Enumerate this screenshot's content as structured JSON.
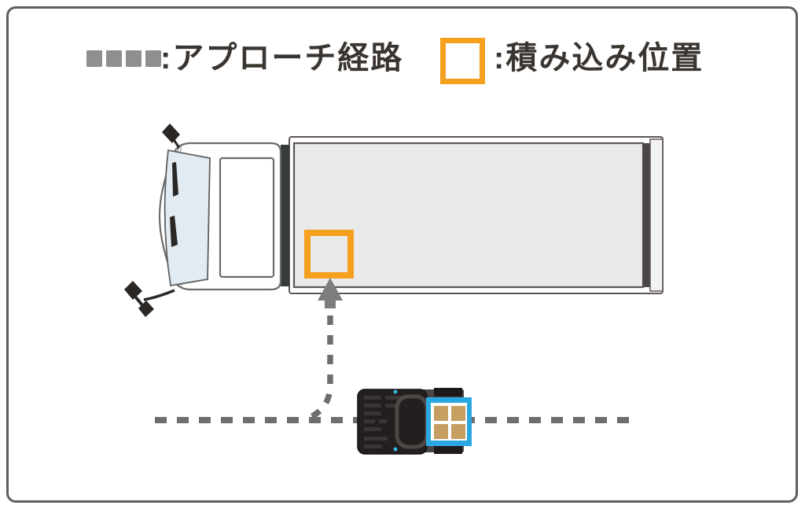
{
  "legend": {
    "approach_route": {
      "marker": "dashed-path-swatch",
      "label": ":アプローチ経路"
    },
    "loading_position": {
      "marker": "orange-square-swatch",
      "label": ":積み込み位置"
    }
  },
  "diagram": {
    "truck": "truck-top-view",
    "forklift": "forklift-top-view",
    "pallet": "pallet-with-four-boxes",
    "loading_marker": "loading-position-square",
    "approach_path": "dashed-approach-path",
    "arrow": "approach-direction-arrow"
  },
  "colors": {
    "frame": "#5e5e5e",
    "legend-dash": "#8f8f8f",
    "text": "#3a3530",
    "orange": "#f5a01f",
    "path-gray": "#6e6e6e",
    "arrow-gray": "#7d7d7d",
    "truck-outline": "#6b6b6b",
    "bed-outline": "#5d5557",
    "bed-fill": "#e9eae9",
    "cab-separator": "#383b3c",
    "tailgate-dark": "#4c4547",
    "windshield": "#e2ebf1",
    "dark-part": "#2b2724",
    "forklift-body": "#241f1e",
    "forklift-detail": "#3a3534",
    "fork-carriage": "#4a4648",
    "pallet-blue": "#2aa7e1",
    "pallet-tan": "#c79e61",
    "accent-cyan": "#35b6e8"
  }
}
